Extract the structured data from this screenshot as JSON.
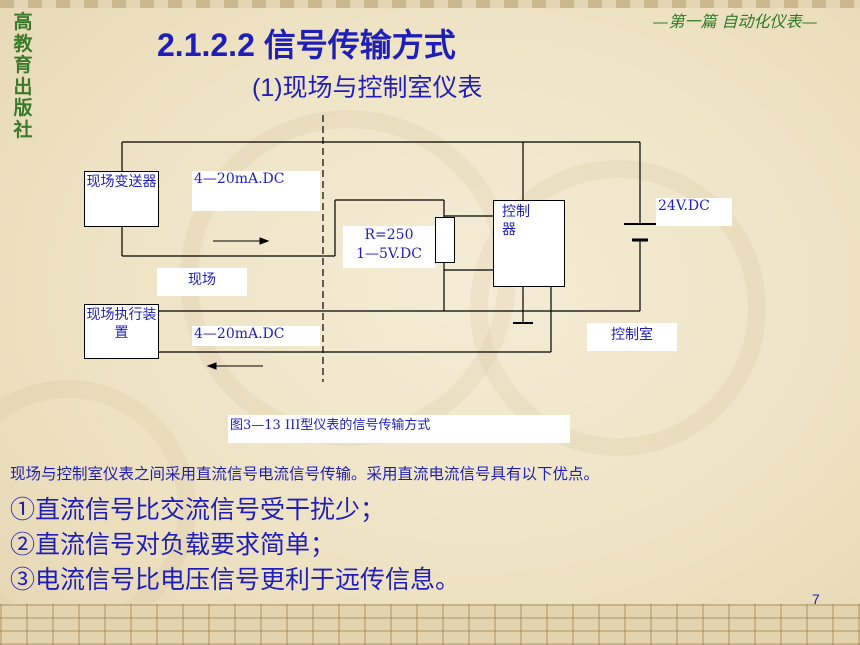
{
  "side_publisher": "高教育出版社",
  "header_right": "—第一篇  自动化仪表—",
  "title": "2.1.2.2  信号传输方式",
  "subtitle": "(1)现场与控制室仪表",
  "diagram": {
    "transmitter": "现场变送器",
    "actuator": "现场执行装置",
    "controller": "控制器",
    "signal_top": "4—20mA.DC",
    "signal_bottom": "4—20mA.DC",
    "resistor_line1": "R=250",
    "resistor_line2": "1—5V.DC",
    "supply": "24V.DC",
    "field": "现场",
    "control_room": "控制室"
  },
  "caption": "图3—13  III型仪表的信号传输方式",
  "paragraph": "现场与控制室仪表之间采用直流信号电流信号传输。采用直流电流信号具有以下优点。",
  "bullets": [
    "①直流信号比交流信号受干扰少；",
    "②直流信号对负载要求简单；",
    "③电流信号比电压信号更利于远传信息。"
  ],
  "page_number": "7",
  "colors": {
    "text_blue": "#1f1fb8",
    "header_green": "#2f7a26"
  }
}
